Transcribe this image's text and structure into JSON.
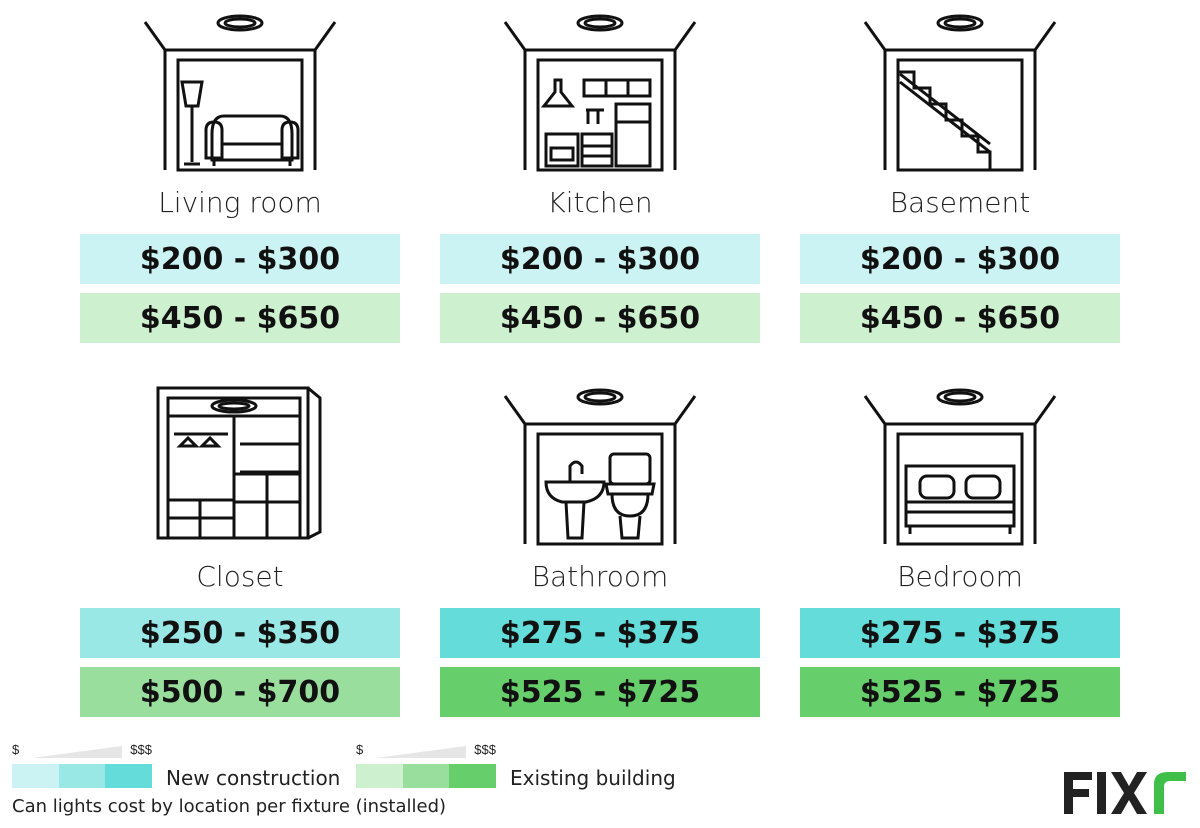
{
  "rooms": [
    {
      "label": "Living room",
      "new_construction": "$200 - $300",
      "existing_building": "$450 - $650",
      "icon": "living-room-icon",
      "new_color": "#ccf3f3",
      "existing_color": "#cdf0cf"
    },
    {
      "label": "Kitchen",
      "new_construction": "$200 - $300",
      "existing_building": "$450 - $650",
      "icon": "kitchen-icon",
      "new_color": "#ccf3f3",
      "existing_color": "#cdf0cf"
    },
    {
      "label": "Basement",
      "new_construction": "$200 - $300",
      "existing_building": "$450 - $650",
      "icon": "basement-icon",
      "new_color": "#ccf3f3",
      "existing_color": "#cdf0cf"
    },
    {
      "label": "Closet",
      "new_construction": "$250 - $350",
      "existing_building": "$500 - $700",
      "icon": "closet-icon",
      "new_color": "#9ae8e6",
      "existing_color": "#9ade9e"
    },
    {
      "label": "Bathroom",
      "new_construction": "$275 - $375",
      "existing_building": "$525 - $725",
      "icon": "bathroom-icon",
      "new_color": "#64dcda",
      "existing_color": "#66ce6a"
    },
    {
      "label": "Bedroom",
      "new_construction": "$275 - $375",
      "existing_building": "$525 - $725",
      "icon": "bedroom-icon",
      "new_color": "#64dcda",
      "existing_color": "#66ce6a"
    }
  ],
  "legend": {
    "low": "$",
    "high": "$$$",
    "new_construction_label": "New construction",
    "existing_building_label": "Existing building",
    "new_colors": [
      "#ccf3f3",
      "#9ae8e6",
      "#64dcda"
    ],
    "existing_colors": [
      "#cdf0cf",
      "#9ade9e",
      "#66ce6a"
    ]
  },
  "caption": "Can lights cost by location per fixture (installed)",
  "brand": {
    "name": "FIXR",
    "color": "#222222",
    "accent": "#3fbf4a"
  }
}
